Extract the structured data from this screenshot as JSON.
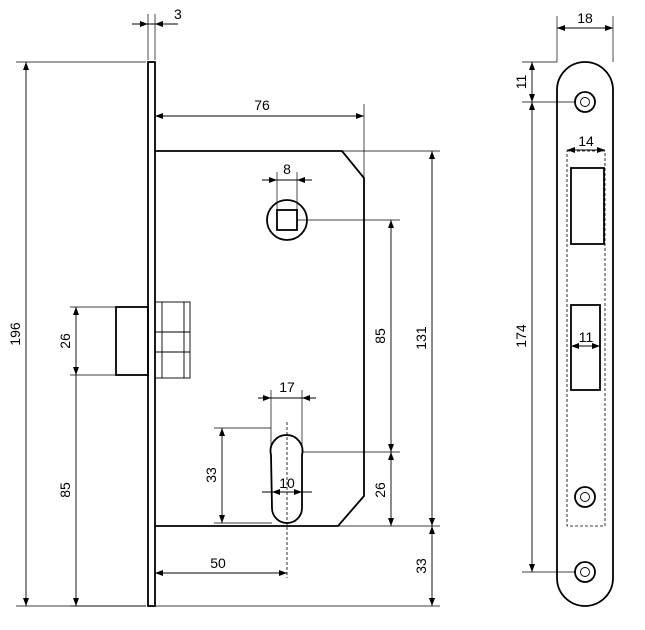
{
  "dimensions": {
    "faceplate_thickness": "3",
    "backset_width": "76",
    "spindle_square": "8",
    "overall_height": "196",
    "bolt_height": "26",
    "bolt_to_bottom": "85",
    "case_height": "131",
    "spindle_to_cylinder": "85",
    "cylinder_width": "17",
    "cylinder_height": "33",
    "cylinder_slot": "10",
    "cylinder_to_case_bottom": "26",
    "cylinder_backset": "50",
    "case_bottom_to_plate_end": "33",
    "plate_width": "18",
    "screw_hole_offset": "11",
    "plate_length": "174",
    "slot_width": "14",
    "latch_slot_width": "11"
  }
}
